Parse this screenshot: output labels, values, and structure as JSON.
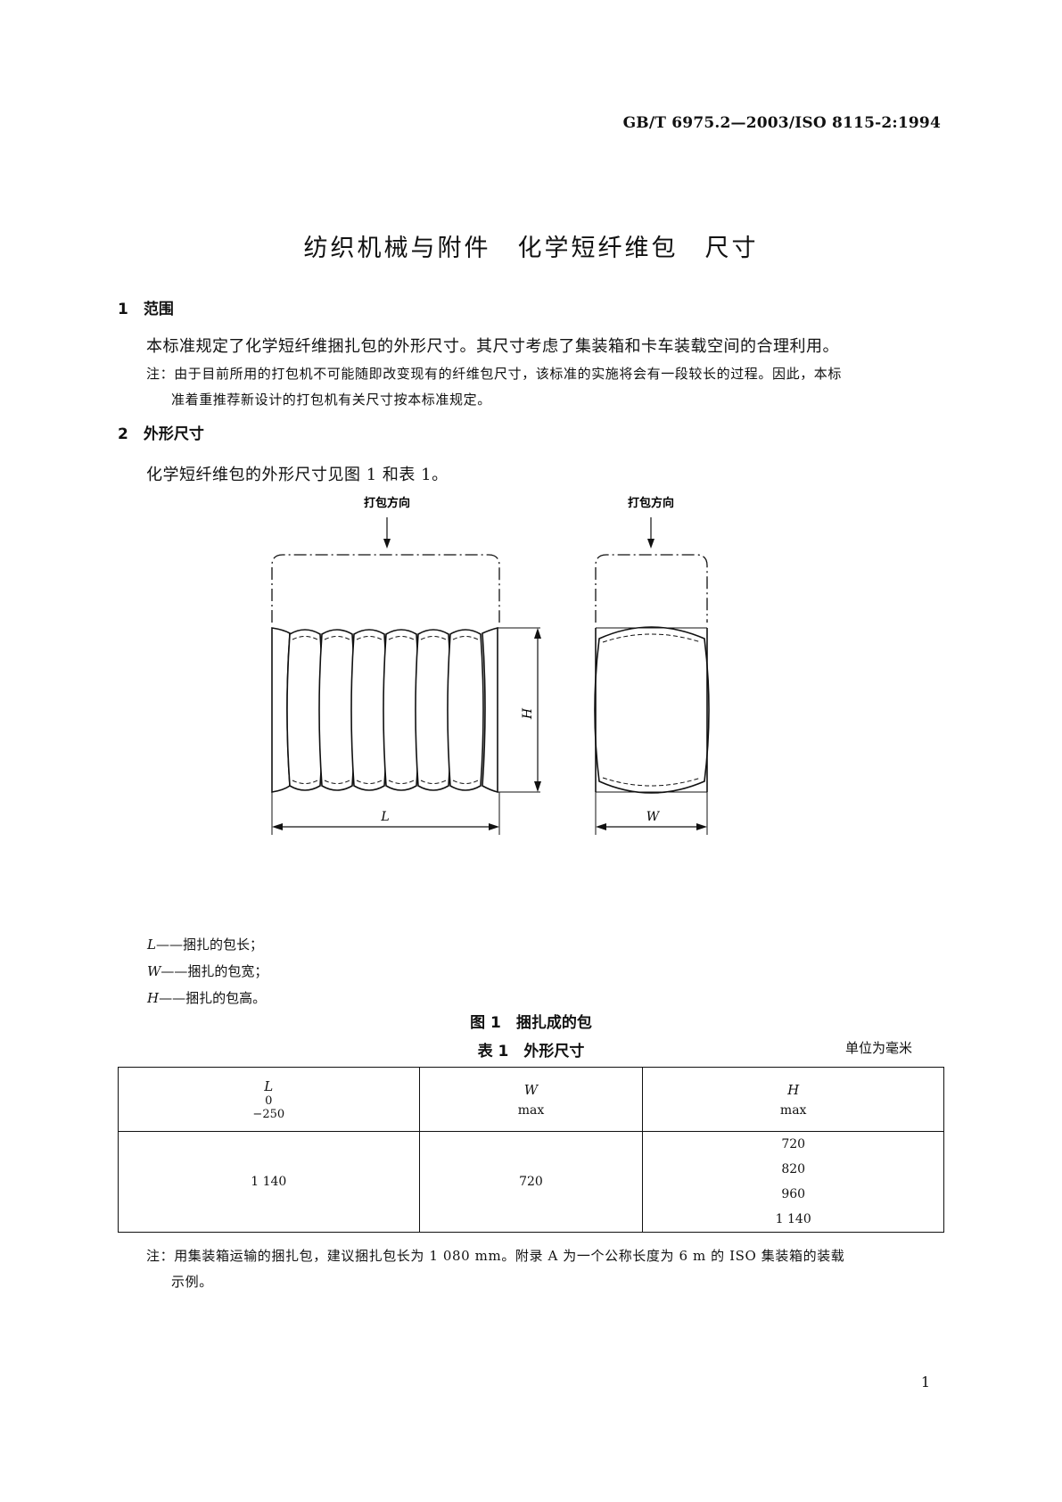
{
  "header": {
    "standard_code": "GB/T 6975.2—2003/ISO 8115-2:1994"
  },
  "title": "纺织机械与附件　化学短纤维包　尺寸",
  "section1": {
    "heading": "1　范围",
    "paragraph": "本标准规定了化学短纤维捆扎包的外形尺寸。其尺寸考虑了集装箱和卡车装载空间的合理利用。",
    "note_line1": "注：由于目前所用的打包机不可能随即改变现有的纤维包尺寸，该标准的实施将会有一段较长的过程。因此，本标",
    "note_line2": "准着重推荐新设计的打包机有关尺寸按本标准规定。"
  },
  "section2": {
    "heading": "2　外形尺寸",
    "paragraph": "化学短纤维包的外形尺寸见图 1 和表 1。"
  },
  "figure1": {
    "direction_label_left": "打包方向",
    "direction_label_right": "打包方向",
    "dim_length": "L",
    "dim_width": "W",
    "dim_height": "H",
    "legend": [
      {
        "symbol": "L",
        "text": "——捆扎的包长；"
      },
      {
        "symbol": "W",
        "text": "——捆扎的包宽；"
      },
      {
        "symbol": "H",
        "text": "——捆扎的包高。"
      }
    ],
    "caption": "图 1　捆扎成的包"
  },
  "table1": {
    "caption": "表 1　外形尺寸",
    "unit": "单位为毫米",
    "headers": [
      {
        "symbol": "L",
        "upper": "0",
        "lower": "−250"
      },
      {
        "symbol": "W",
        "sub": "max"
      },
      {
        "symbol": "H",
        "sub": "max"
      }
    ],
    "row": {
      "L": "1 140",
      "W": "720",
      "H": [
        "720",
        "820",
        "960",
        "1 140"
      ]
    }
  },
  "footnote": {
    "line1": "注：用集装箱运输的捆扎包，建议捆扎包长为 1 080 mm。附录 A 为一个公称长度为 6 m 的 ISO 集装箱的装载",
    "line2": "示例。"
  },
  "page_number": "1"
}
